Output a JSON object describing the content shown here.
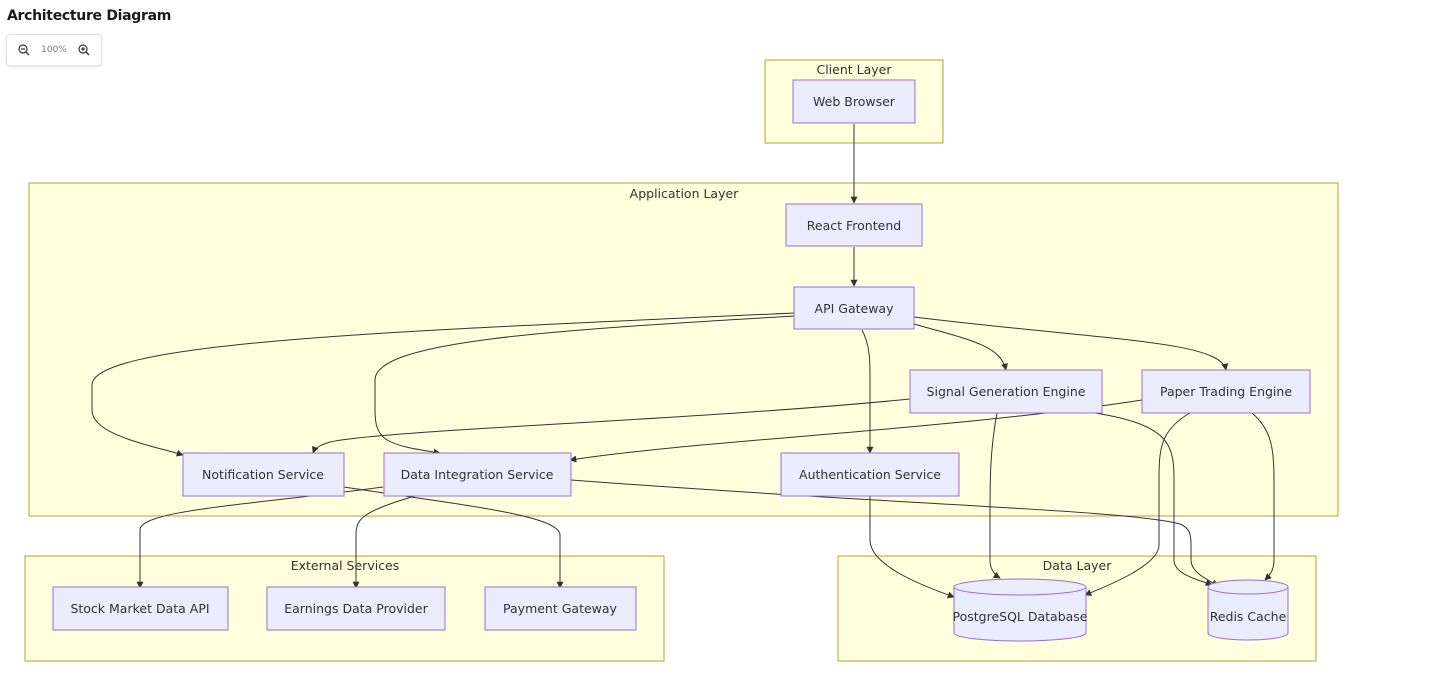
{
  "header": {
    "title": "Architecture Diagram"
  },
  "zoom": {
    "level": "100%",
    "zoom_out_icon": "zoom-out-icon",
    "zoom_in_icon": "zoom-in-icon"
  },
  "colors": {
    "cluster_fill": "#ffffde",
    "cluster_stroke": "#aaaa33",
    "node_fill": "#ececff",
    "node_stroke": "#9370db",
    "edge": "#333333"
  },
  "clusters": {
    "client": "Client Layer",
    "application": "Application Layer",
    "external": "External Services",
    "data": "Data Layer"
  },
  "nodes": {
    "web_browser": "Web Browser",
    "react_frontend": "React Frontend",
    "api_gateway": "API Gateway",
    "signal_engine": "Signal Generation Engine",
    "paper_trading": "Paper Trading Engine",
    "notification": "Notification Service",
    "data_integration": "Data Integration Service",
    "auth": "Authentication Service",
    "stock_api": "Stock Market Data API",
    "earnings": "Earnings Data Provider",
    "payment": "Payment Gateway",
    "postgres": "PostgreSQL Database",
    "redis": "Redis Cache"
  },
  "edges": [
    {
      "from": "Web Browser",
      "to": "React Frontend"
    },
    {
      "from": "React Frontend",
      "to": "API Gateway"
    },
    {
      "from": "API Gateway",
      "to": "Notification Service"
    },
    {
      "from": "API Gateway",
      "to": "Data Integration Service"
    },
    {
      "from": "API Gateway",
      "to": "Authentication Service"
    },
    {
      "from": "API Gateway",
      "to": "Signal Generation Engine"
    },
    {
      "from": "API Gateway",
      "to": "Paper Trading Engine"
    },
    {
      "from": "Signal Generation Engine",
      "to": "Notification Service"
    },
    {
      "from": "Paper Trading Engine",
      "to": "Data Integration Service"
    },
    {
      "from": "Signal Generation Engine",
      "to": "PostgreSQL Database"
    },
    {
      "from": "Signal Generation Engine",
      "to": "Redis Cache"
    },
    {
      "from": "Paper Trading Engine",
      "to": "PostgreSQL Database"
    },
    {
      "from": "Paper Trading Engine",
      "to": "Redis Cache"
    },
    {
      "from": "Authentication Service",
      "to": "PostgreSQL Database"
    },
    {
      "from": "Data Integration Service",
      "to": "Redis Cache"
    },
    {
      "from": "Data Integration Service",
      "to": "Stock Market Data API"
    },
    {
      "from": "Data Integration Service",
      "to": "Earnings Data Provider"
    },
    {
      "from": "Notification Service",
      "to": "Payment Gateway"
    }
  ]
}
